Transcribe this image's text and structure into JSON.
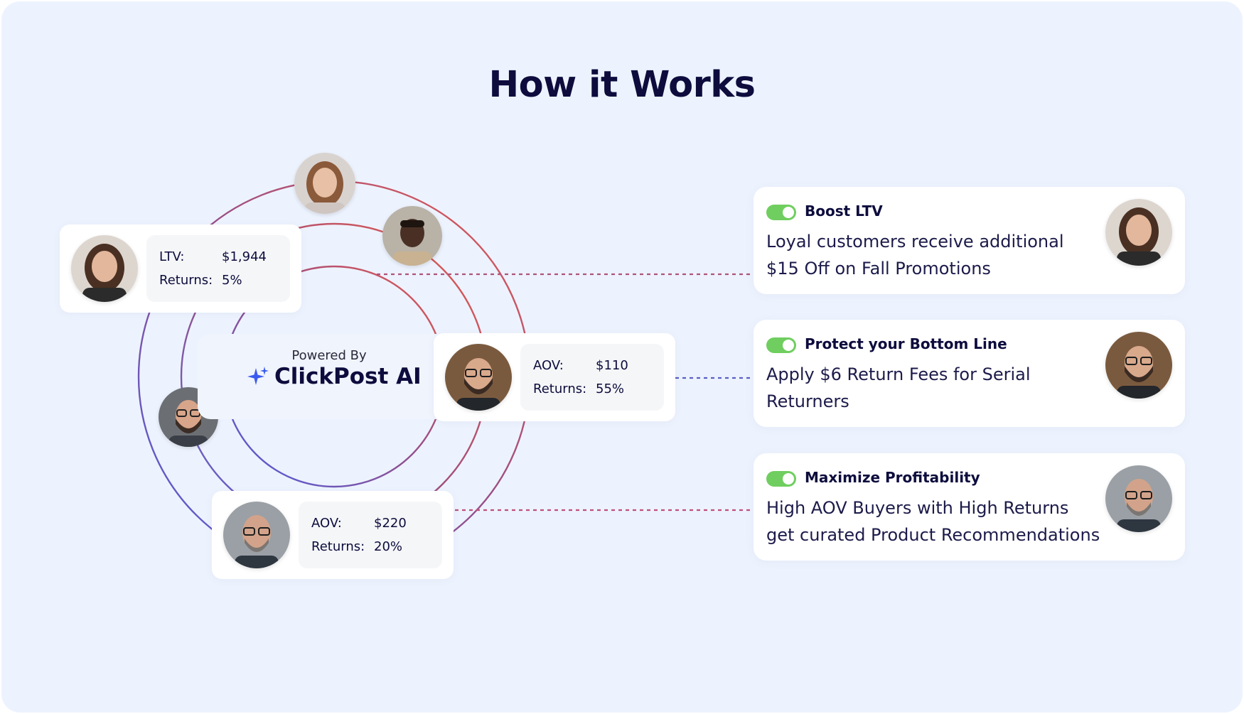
{
  "page": {
    "title": "How it Works",
    "background_color": "#edf3fe",
    "accent_toggle_color": "#6fce5f"
  },
  "center": {
    "powered_by": "Powered By",
    "brand": "ClickPost AI",
    "brand_icon": "sparkle-icon"
  },
  "customer_cards": [
    {
      "metric_label": "LTV:",
      "metric_value": "$1,944",
      "returns_label": "Returns:",
      "returns_value": "5%",
      "avatar": "woman-dark-hair-avatar"
    },
    {
      "metric_label": "AOV:",
      "metric_value": "$110",
      "returns_label": "Returns:",
      "returns_value": "55%",
      "avatar": "bearded-man-glasses-avatar"
    },
    {
      "metric_label": "AOV:",
      "metric_value": "$220",
      "returns_label": "Returns:",
      "returns_value": "20%",
      "avatar": "older-man-glasses-avatar"
    }
  ],
  "features": [
    {
      "title": "Boost LTV",
      "description": "Loyal customers receive additional $15 Off on Fall Promotions",
      "toggle_on": true
    },
    {
      "title": "Protect your Bottom Line",
      "description": "Apply $6 Return Fees for Serial Returners",
      "toggle_on": true
    },
    {
      "title": "Maximize Profitability",
      "description": "High AOV Buyers with High Returns get curated Product Recommendations",
      "toggle_on": true
    }
  ]
}
